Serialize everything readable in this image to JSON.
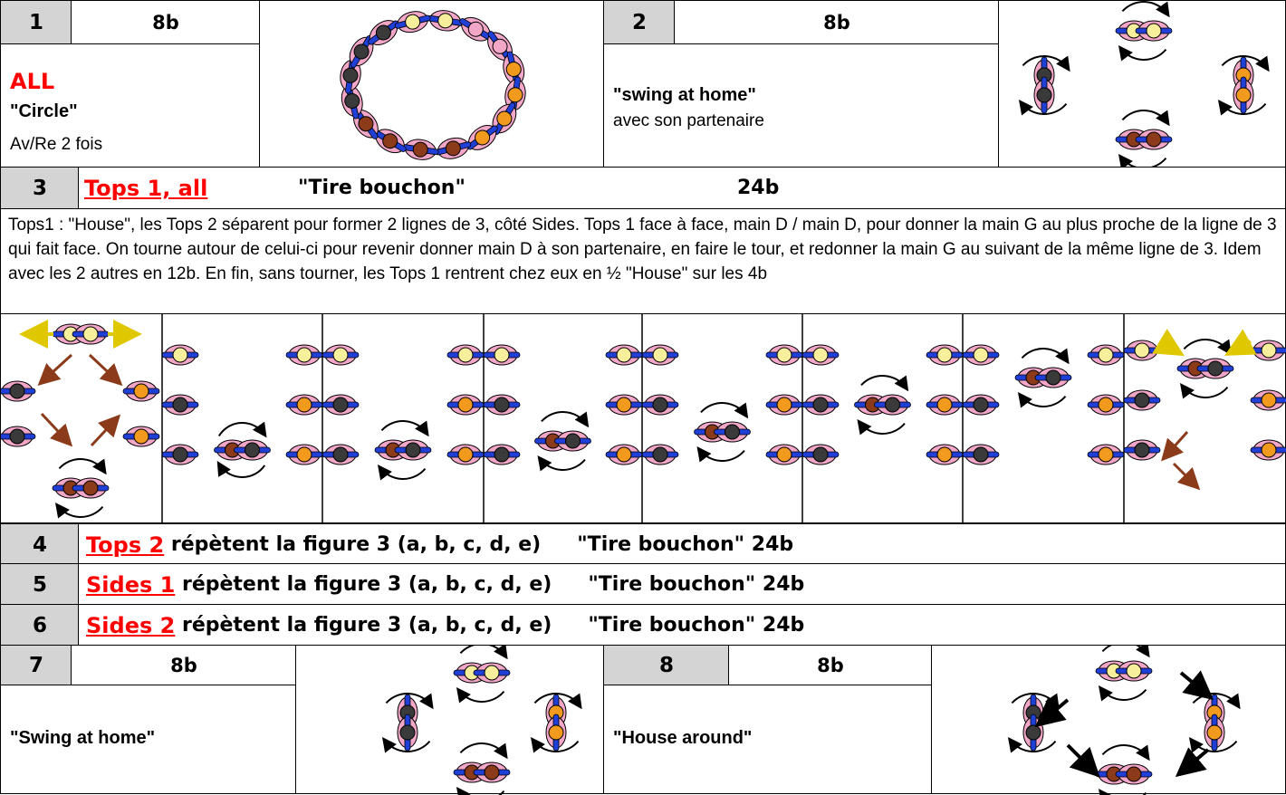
{
  "fig1": {
    "num": "1",
    "beats": "8b",
    "who": "ALL",
    "name": "\"Circle\"",
    "desc": "Av/Re 2 fois"
  },
  "fig2": {
    "num": "2",
    "beats": "8b",
    "name": "\"swing at home\"",
    "desc": "avec son partenaire"
  },
  "fig3": {
    "num": "3",
    "who": "Tops 1, all",
    "name": "\"Tire bouchon\"",
    "beats": "24b",
    "desc": "Tops1 : \"House\", les Tops 2 séparent pour former 2 lignes de 3, côté Sides. Tops 1 face à face, main D / main D, pour donner la main G au plus proche de la ligne de 3 qui fait face. On tourne autour de celui-ci pour revenir donner main D à son partenaire, en faire le tour, et redonner la main G au suivant de la même ligne de 3. Idem avec les 2 autres en 12b. En fin, sans tourner, les Tops 1 rentrent chez eux en  ½  \"House\" sur les 4b"
  },
  "repeats": [
    {
      "num": "4",
      "who": "Tops 2",
      "text": " répètent la figure 3 (a, b, c, d, e)",
      "name": "\"Tire bouchon\" 24b"
    },
    {
      "num": "5",
      "who": "Sides 1",
      "text": " répètent la figure 3 (a, b, c, d, e)",
      "name": "\"Tire bouchon\" 24b"
    },
    {
      "num": "6",
      "who": "Sides 2",
      "text": " répètent la figure 3 (a, b, c, d, e)",
      "name": "\"Tire bouchon\" 24b"
    }
  ],
  "fig7": {
    "num": "7",
    "beats": "8b",
    "name": "\"Swing at home\""
  },
  "fig8": {
    "num": "8",
    "beats": "8b",
    "name": "\"House around\""
  },
  "colors": {
    "red": "#ff0000",
    "grey": "#d4d4d4",
    "arm": "#1f3fd6",
    "body": "#f2a6c8",
    "brown": "#8b3a1a",
    "orange": "#f29a1e",
    "yellow": "#f7ef9c",
    "dark": "#3a3a3a"
  }
}
